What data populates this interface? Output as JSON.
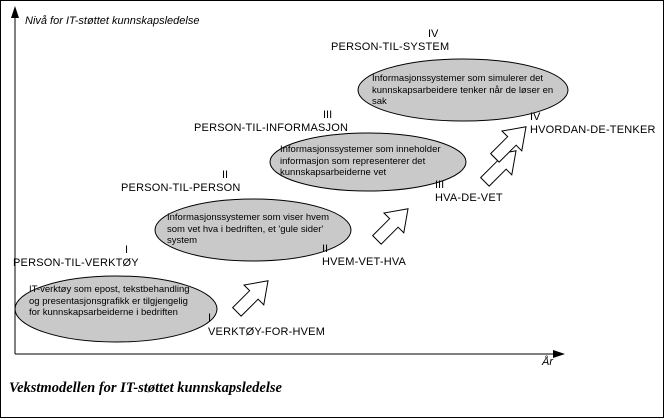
{
  "caption": "Vekstmodellen for IT-støttet kunnskapsledelse",
  "axes": {
    "y_label": "Nivå for IT-støttet kunnskapsledelse",
    "x_label": "År"
  },
  "colors": {
    "ellipse_fill": "#c9c9c9",
    "arrow_fill": "#ffffff",
    "stroke": "#000000"
  },
  "stages": [
    {
      "numeral": "I",
      "name": "PERSON-TIL-VERKTØY",
      "description": "IT-verktøy som epost, tekstbehandling og presentasjonsgrafikk er tilgjengelig for kunnskapsarbeiderne i bedriften",
      "outcome_numeral": "I",
      "outcome": "VERKTØY-FOR-HVEM"
    },
    {
      "numeral": "II",
      "name": "PERSON-TIL-PERSON",
      "description": "Informasjonssystemer som viser hvem som vet hva i bedriften, et 'gule sider' system",
      "outcome_numeral": "II",
      "outcome": "HVEM-VET-HVA"
    },
    {
      "numeral": "III",
      "name": "PERSON-TIL-INFORMASJON",
      "description": "Informasjonssystemer som inneholder informasjon som representerer det kunnskapsarbeiderne vet",
      "outcome_numeral": "III",
      "outcome": "HVA-DE-VET"
    },
    {
      "numeral": "IV",
      "name": "PERSON-TIL-SYSTEM",
      "description": "Informasjonssystemer som simulerer det kunnskapsarbeidere tenker når de løser en sak",
      "outcome_numeral": "IV",
      "outcome": "HVORDAN-DE-TENKER"
    }
  ]
}
